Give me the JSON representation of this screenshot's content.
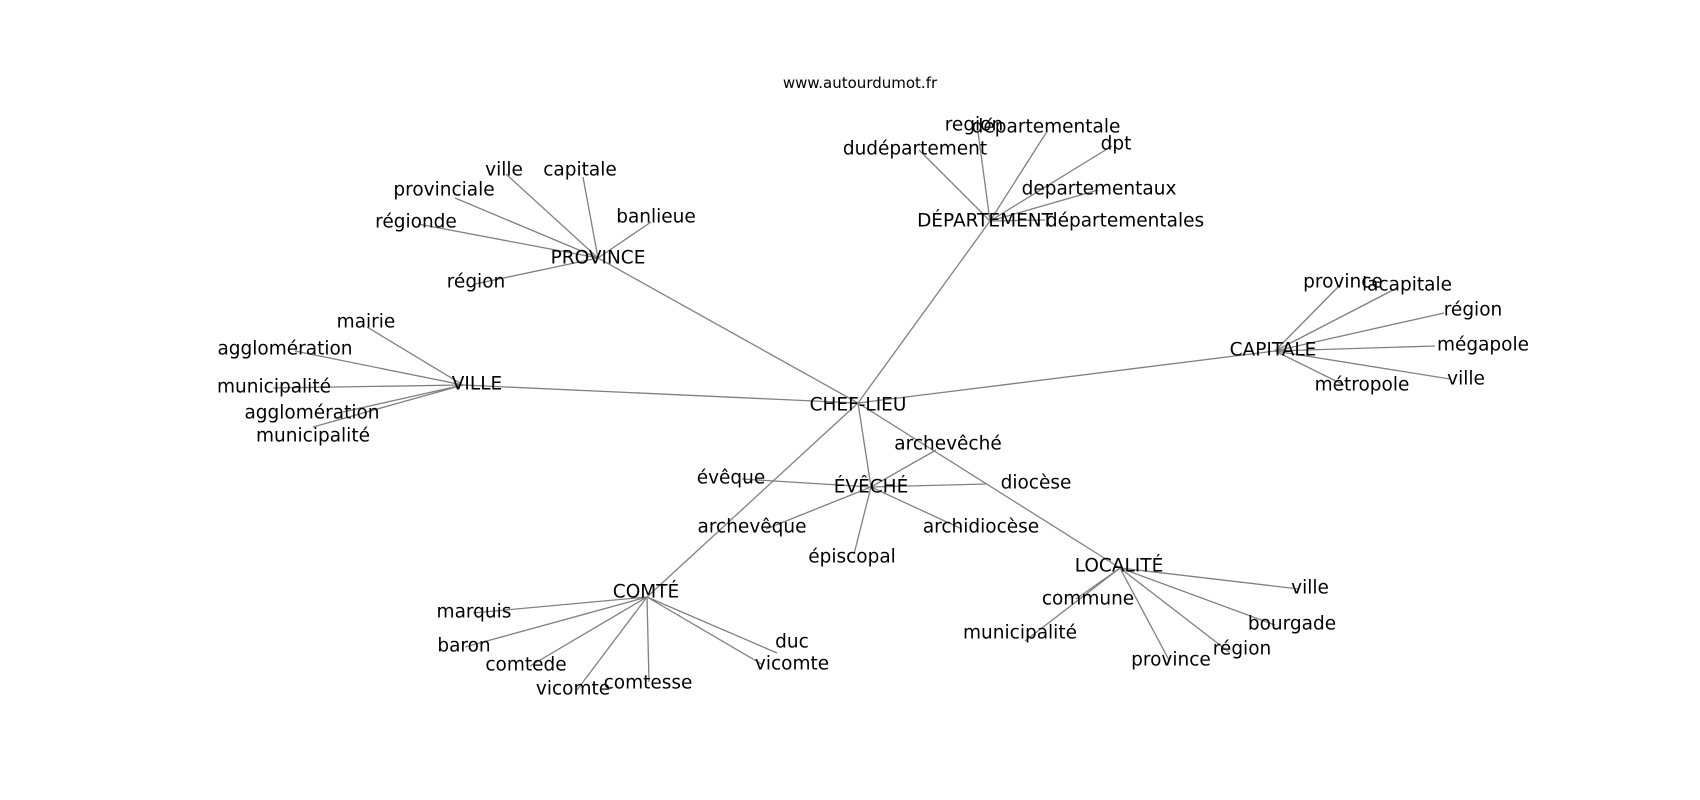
{
  "header": {
    "site": "www.autourdumot.fr"
  },
  "graph": {
    "center": "CHEF-LIEU",
    "hubs": [
      {
        "label": "PROVINCE",
        "leaves": [
          "ville",
          "capitale",
          "provinciale",
          "banlieue",
          "régionde",
          "région"
        ]
      },
      {
        "label": "DÉPARTEMENT",
        "leaves": [
          "region",
          "départementale",
          "dudépartement",
          "dpt",
          "departementaux",
          "départementales"
        ]
      },
      {
        "label": "CAPITALE",
        "leaves": [
          "province",
          "lacapitale",
          "région",
          "mégapole",
          "ville",
          "métropole"
        ]
      },
      {
        "label": "VILLE",
        "leaves": [
          "mairie",
          "agglomération",
          "municipalité",
          "agglomération",
          "municipalité"
        ]
      },
      {
        "label": "ÉVÊCHÉ",
        "leaves": [
          "archevêché",
          "évêque",
          "diocèse",
          "archevêque",
          "archidiocèse",
          "épiscopal"
        ]
      },
      {
        "label": "COMTÉ",
        "leaves": [
          "marquis",
          "baron",
          "comtede",
          "vicomte",
          "comtesse",
          "duc",
          "vicomte"
        ]
      },
      {
        "label": "LOCALITÉ",
        "leaves": [
          "ville",
          "commune",
          "bourgade",
          "municipalité",
          "province",
          "région"
        ]
      }
    ]
  }
}
